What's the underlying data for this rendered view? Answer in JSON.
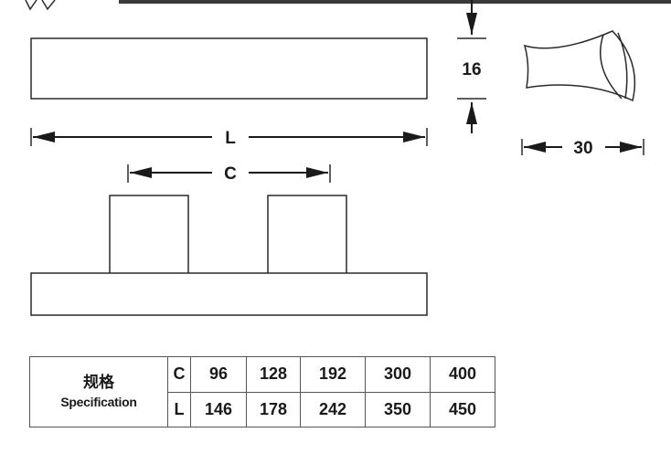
{
  "dimensions": {
    "length_label": "L",
    "centers_label": "C",
    "height_value": "16",
    "width_value": "30"
  },
  "spec_table": {
    "label_cn": "规格",
    "label_en": "Specification",
    "rows": [
      {
        "key": "C",
        "values": [
          "96",
          "128",
          "192",
          "300",
          "400"
        ]
      },
      {
        "key": "L",
        "values": [
          "146",
          "178",
          "242",
          "350",
          "450"
        ]
      }
    ]
  }
}
